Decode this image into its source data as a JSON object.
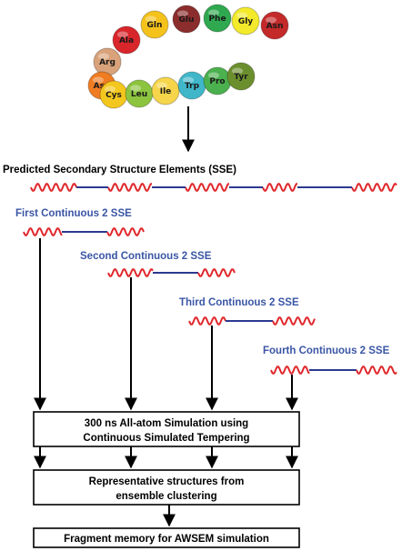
{
  "residues": [
    {
      "name": "Ala",
      "color": "#d8262b"
    },
    {
      "name": "Gln",
      "color": "#f4c21b"
    },
    {
      "name": "Glu",
      "color": "#8b2d2d"
    },
    {
      "name": "Phe",
      "color": "#2fa84f"
    },
    {
      "name": "Gly",
      "color": "#f2ea2a"
    },
    {
      "name": "Asn",
      "color": "#c42a2a"
    },
    {
      "name": "Arg",
      "color": "#d9a27a"
    },
    {
      "name": "Asp",
      "color": "#f07c22"
    },
    {
      "name": "Cys",
      "color": "#f3c71e"
    },
    {
      "name": "Leu",
      "color": "#8dc43f"
    },
    {
      "name": "Ile",
      "color": "#f6d54a"
    },
    {
      "name": "Trp",
      "color": "#3fb7c9"
    },
    {
      "name": "Pro",
      "color": "#4bb04e"
    },
    {
      "name": "Tyr",
      "color": "#6c8f2e"
    }
  ],
  "sse_title": "Predicted Secondary Structure Elements (SSE)",
  "segments": [
    "First Continuous 2 SSE",
    "Second Continuous 2 SSE",
    "Third Continuous 2 SSE",
    "Fourth Continuous 2 SSE"
  ],
  "box1": {
    "line1": "300 ns All-atom Simulation using",
    "line2": "Continuous Simulated Tempering"
  },
  "box2": {
    "line1": "Representative structures from",
    "line2": "ensemble clustering"
  },
  "box3": {
    "line1": "Fragment memory for AWSEM simulation"
  },
  "colors": {
    "helix": "#e0282c",
    "coil": "#2b3990",
    "label_blue": "#3a56a5"
  }
}
